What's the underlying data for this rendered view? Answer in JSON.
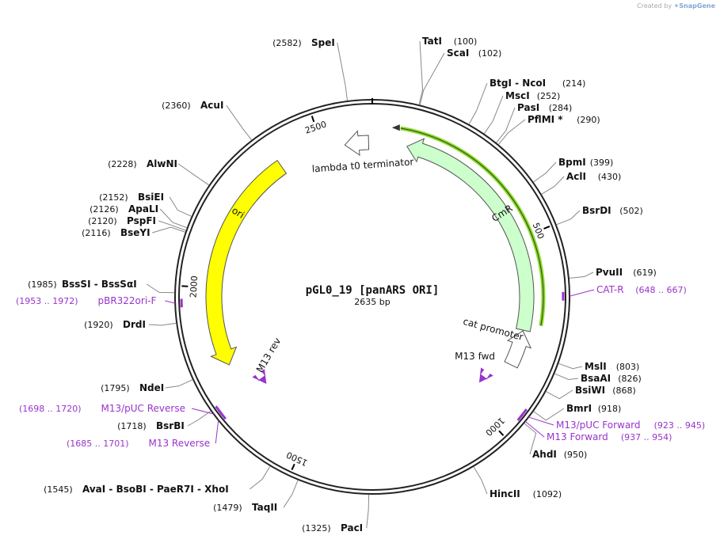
{
  "credit": {
    "prefix": "Created by",
    "brand": "SnapGene"
  },
  "plasmid": {
    "name": "pGL0_19 [panARS ORI]",
    "length_label": "2635 bp",
    "length": 2635
  },
  "colors": {
    "feature_yellow": "#ffff00",
    "feature_green": "#ccffcc",
    "primer": "#9933cc",
    "highlight": "#88dd22",
    "backbone": "#222222"
  },
  "tick_labels": [
    {
      "pos": 500,
      "text": "500"
    },
    {
      "pos": 1000,
      "text": "1000"
    },
    {
      "pos": 1500,
      "text": "1500"
    },
    {
      "pos": 2000,
      "text": "2000"
    },
    {
      "pos": 2500,
      "text": "2500"
    }
  ],
  "features": [
    {
      "name": "ori",
      "start": 2380,
      "end": 1790,
      "strand": -1,
      "color": "#ffff00",
      "lane": 1
    },
    {
      "name": "CmR",
      "start": 95,
      "end": 750,
      "strand": -1,
      "color": "#ccffcc",
      "lane": 1
    },
    {
      "name": "lambda t0 terminator",
      "start": 2625,
      "end": 2560,
      "strand": -1,
      "color": "#ffffff",
      "lane": 1
    },
    {
      "name": "cat promoter",
      "start": 850,
      "end": 752,
      "strand": -1,
      "color": "#ffffff",
      "lane": 1
    },
    {
      "name": "M13 fwd",
      "start": 920,
      "end": 940,
      "strand": 1,
      "color": "#9933cc",
      "lane": 2
    },
    {
      "name": "M13 rev",
      "start": 1690,
      "end": 1710,
      "strand": -1,
      "color": "#9933cc",
      "lane": 2
    }
  ],
  "sites": [
    {
      "name": "TatI",
      "coord": "(100)",
      "pos": 100
    },
    {
      "name": "ScaI",
      "coord": "(102)",
      "pos": 102
    },
    {
      "name": "BtgI - NcoI",
      "coord": "(214)",
      "pos": 214
    },
    {
      "name": "MscI",
      "coord": "(252)",
      "pos": 252
    },
    {
      "name": "PasI",
      "coord": "(284)",
      "pos": 284
    },
    {
      "name": "PflMI *",
      "coord": "(290)",
      "pos": 290
    },
    {
      "name": "BpmI",
      "coord": "(399)",
      "pos": 399
    },
    {
      "name": "AclI",
      "coord": "(430)",
      "pos": 430
    },
    {
      "name": "BsrDI",
      "coord": "(502)",
      "pos": 502
    },
    {
      "name": "PvuII",
      "coord": "(619)",
      "pos": 619
    },
    {
      "name": "MslI",
      "coord": "(803)",
      "pos": 803
    },
    {
      "name": "BsaAI",
      "coord": "(826)",
      "pos": 826
    },
    {
      "name": "BsiWI",
      "coord": "(868)",
      "pos": 868
    },
    {
      "name": "BmrI",
      "coord": "(918)",
      "pos": 918
    },
    {
      "name": "AhdI",
      "coord": "(950)",
      "pos": 950
    },
    {
      "name": "HincII",
      "coord": "(1092)",
      "pos": 1092
    },
    {
      "name": "PacI",
      "coord": "(1325)",
      "pos": 1325
    },
    {
      "name": "TaqII",
      "coord": "(1479)",
      "pos": 1479
    },
    {
      "name": "AvaI - BsoBI - PaeR7I - XhoI",
      "coord": "(1545)",
      "pos": 1545
    },
    {
      "name": "BsrBI",
      "coord": "(1718)",
      "pos": 1718
    },
    {
      "name": "NdeI",
      "coord": "(1795)",
      "pos": 1795
    },
    {
      "name": "DrdI",
      "coord": "(1920)",
      "pos": 1920
    },
    {
      "name": "BssSI - BssSαI",
      "coord": "(1985)",
      "pos": 1985
    },
    {
      "name": "BseYI",
      "coord": "(2116)",
      "pos": 2116
    },
    {
      "name": "PspFI",
      "coord": "(2120)",
      "pos": 2120
    },
    {
      "name": "ApaLI",
      "coord": "(2126)",
      "pos": 2126
    },
    {
      "name": "BsiEI",
      "coord": "(2152)",
      "pos": 2152
    },
    {
      "name": "AlwNI",
      "coord": "(2228)",
      "pos": 2228
    },
    {
      "name": "AcuI",
      "coord": "(2360)",
      "pos": 2360
    },
    {
      "name": "SpeI",
      "coord": "(2582)",
      "pos": 2582
    }
  ],
  "primers": [
    {
      "name": "CAT-R",
      "coord": "(648 .. 667)",
      "start": 648,
      "end": 667
    },
    {
      "name": "M13/pUC Forward",
      "coord": "(923 .. 945)",
      "start": 923,
      "end": 945
    },
    {
      "name": "M13 Forward",
      "coord": "(937 .. 954)",
      "start": 937,
      "end": 954
    },
    {
      "name": "pBR322ori-F",
      "coord": "(1953 .. 1972)",
      "start": 1953,
      "end": 1972
    },
    {
      "name": "M13/pUC Reverse",
      "coord": "(1698 .. 1720)",
      "start": 1698,
      "end": 1720
    },
    {
      "name": "M13 Reverse",
      "coord": "(1685 .. 1701)",
      "start": 1685,
      "end": 1701
    }
  ]
}
